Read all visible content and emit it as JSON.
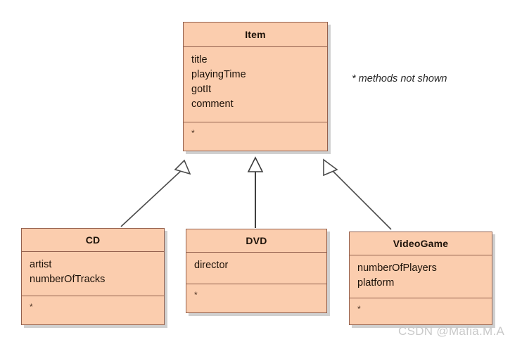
{
  "diagram": {
    "type": "uml-class-diagram",
    "background_color": "#ffffff",
    "box_fill_color": "#fbcdae",
    "box_border_color": "#93604d",
    "shadow_color": "#aaaaaa",
    "note": "* methods not shown",
    "watermark": "CSDN @Mafia.M.A",
    "methods_marker": "*",
    "classes": [
      {
        "id": "item",
        "name": "Item",
        "attributes": [
          "title",
          "playingTime",
          "gotIt",
          "comment"
        ],
        "methods_marker": "*"
      },
      {
        "id": "cd",
        "name": "CD",
        "attributes": [
          "artist",
          "numberOfTracks"
        ],
        "methods_marker": "*"
      },
      {
        "id": "dvd",
        "name": "DVD",
        "attributes": [
          "director"
        ],
        "methods_marker": "*"
      },
      {
        "id": "videogame",
        "name": "VideoGame",
        "attributes": [
          "numberOfPlayers",
          "platform"
        ],
        "methods_marker": "*"
      }
    ],
    "relationships": [
      {
        "type": "generalization",
        "from": "CD",
        "to": "Item",
        "arrow": "hollow-triangle"
      },
      {
        "type": "generalization",
        "from": "DVD",
        "to": "Item",
        "arrow": "hollow-triangle"
      },
      {
        "type": "generalization",
        "from": "VideoGame",
        "to": "Item",
        "arrow": "hollow-triangle"
      }
    ]
  }
}
